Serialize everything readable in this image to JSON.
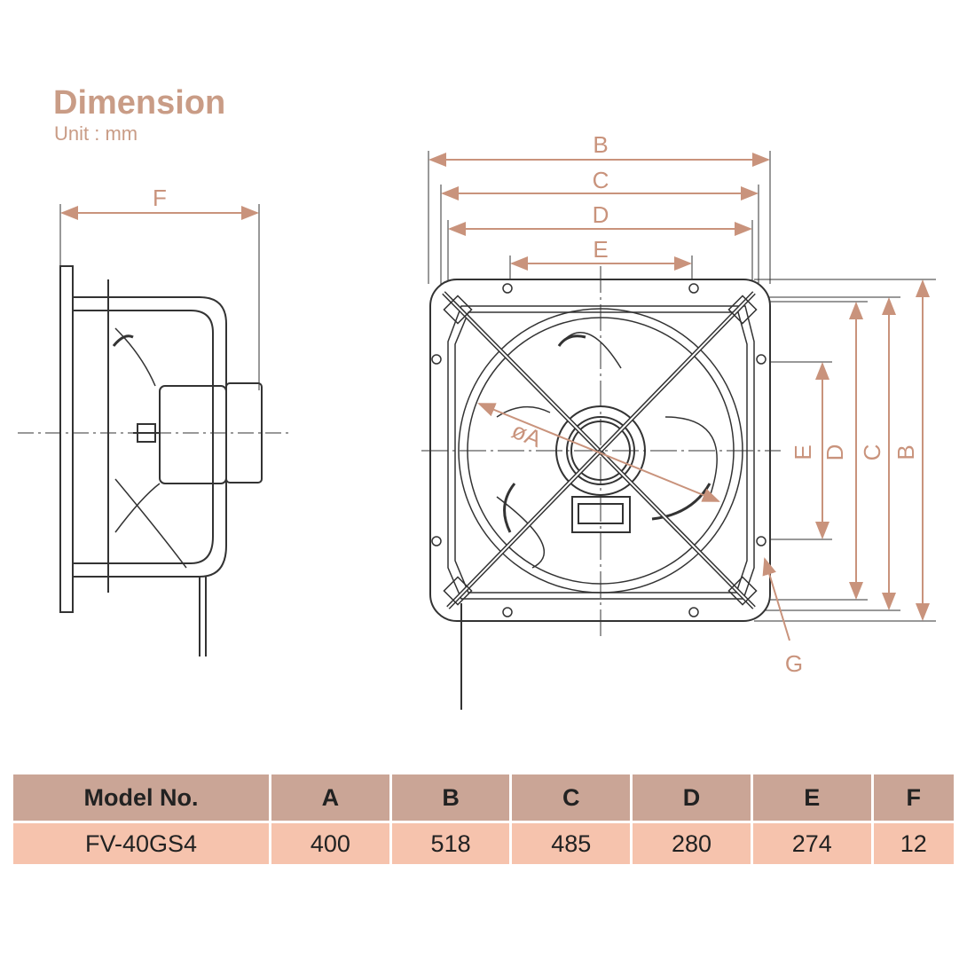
{
  "header": {
    "title": "Dimension",
    "unit": "Unit : mm"
  },
  "diagram": {
    "side_view_labels": {
      "F": "F"
    },
    "front_view_labels": {
      "B_top": "B",
      "C_top": "C",
      "D_top": "D",
      "E_top": "E",
      "A": "øA",
      "E_side": "E",
      "D_side": "D",
      "C_side": "C",
      "B_side": "B",
      "G": "G"
    },
    "dimension_color": "#c9937c",
    "line_color": "#333333"
  },
  "table": {
    "headers": [
      "Model No.",
      "A",
      "B",
      "C",
      "D",
      "E",
      "F"
    ],
    "rows": [
      [
        "FV-40GS4",
        "400",
        "518",
        "485",
        "280",
        "274",
        "12"
      ]
    ],
    "header_color": "#caa596",
    "row_color": "#f6c3ad"
  }
}
